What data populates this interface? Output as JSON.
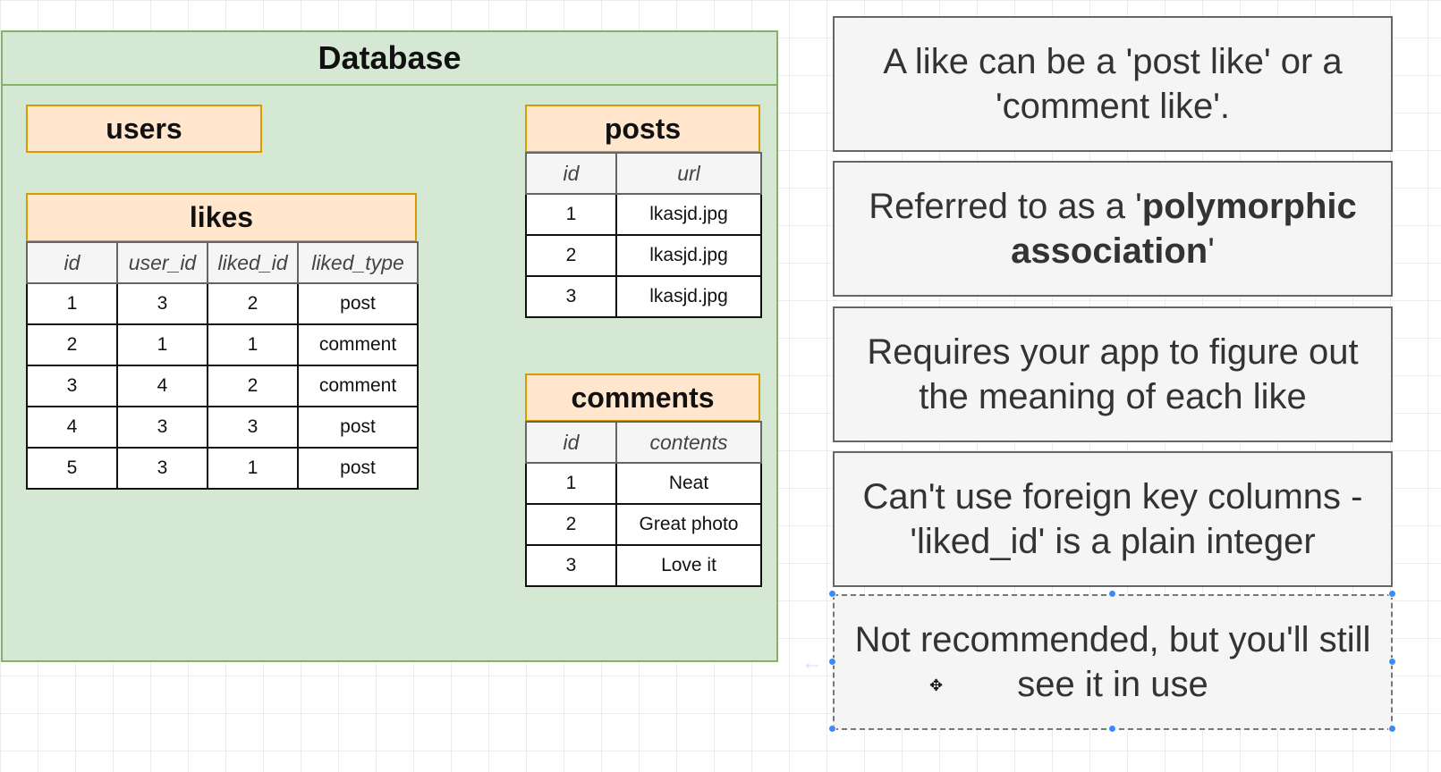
{
  "database": {
    "title": "Database",
    "users": {
      "title": "users"
    },
    "likes": {
      "title": "likes",
      "columns": [
        "id",
        "user_id",
        "liked_id",
        "liked_type"
      ],
      "rows": [
        [
          "1",
          "3",
          "2",
          "post"
        ],
        [
          "2",
          "1",
          "1",
          "comment"
        ],
        [
          "3",
          "4",
          "2",
          "comment"
        ],
        [
          "4",
          "3",
          "3",
          "post"
        ],
        [
          "5",
          "3",
          "1",
          "post"
        ]
      ]
    },
    "posts": {
      "title": "posts",
      "columns": [
        "id",
        "url"
      ],
      "rows": [
        [
          "1",
          "lkasjd.jpg"
        ],
        [
          "2",
          "lkasjd.jpg"
        ],
        [
          "3",
          "lkasjd.jpg"
        ]
      ]
    },
    "comments": {
      "title": "comments",
      "columns": [
        "id",
        "contents"
      ],
      "rows": [
        [
          "1",
          "Neat"
        ],
        [
          "2",
          "Great photo"
        ],
        [
          "3",
          "Love it"
        ]
      ]
    }
  },
  "notes": [
    {
      "text": "A like can be a 'post like' or a 'comment like'."
    },
    {
      "before": "Referred to as a '",
      "bold": "polymorphic association",
      "after": "'"
    },
    {
      "text": "Requires your app to figure out the meaning of each like"
    },
    {
      "text": "Can't use foreign key columns - 'liked_id' is a plain integer"
    },
    {
      "text": "Not recommended, but you'll still see it in use"
    }
  ],
  "icons": {
    "cursor": "move-cursor-icon",
    "arrow": "arrow-left-icon"
  },
  "colors": {
    "database_fill": "#d5e8d4",
    "database_border": "#82b366",
    "table_title_fill": "#ffe6cc",
    "table_title_border": "#d79b00",
    "note_fill": "#f5f5f5",
    "selection_handle": "#3d8af7"
  }
}
